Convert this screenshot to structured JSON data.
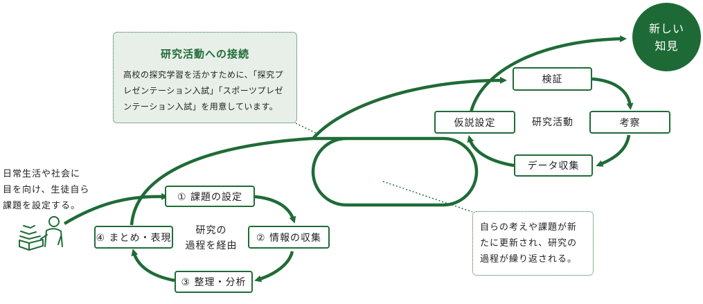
{
  "intro_text": "日常生活や社会に\n目を向け、生徒自ら\n課題を設定する。",
  "connect_note": {
    "title": "研究活動への接続",
    "body": "高校の探究学習を活かすために、「探究プレゼンテーション入試」「スポーツプレゼンテーション入試」を用意しています。"
  },
  "repeat_note": "自らの考えや課題が新\nたに更新され、研究の\n過程が繰り返される。",
  "new_knowledge": "新しい\n知見",
  "inner_cycle": {
    "center_label": "研究の\n過程を経由",
    "steps": [
      "① 課題の設定",
      "② 情報の収集",
      "③ 整理・分析",
      "④ まとめ・表現"
    ]
  },
  "outer_cycle": {
    "center_label": "研究活動",
    "steps": [
      "検証",
      "考察",
      "データ収集",
      "仮説設定"
    ]
  },
  "colors": {
    "accent": "#1f6b37",
    "box_fill": "#e7efe8"
  },
  "icons": [
    "student-reading-icon",
    "arrow-icon"
  ]
}
